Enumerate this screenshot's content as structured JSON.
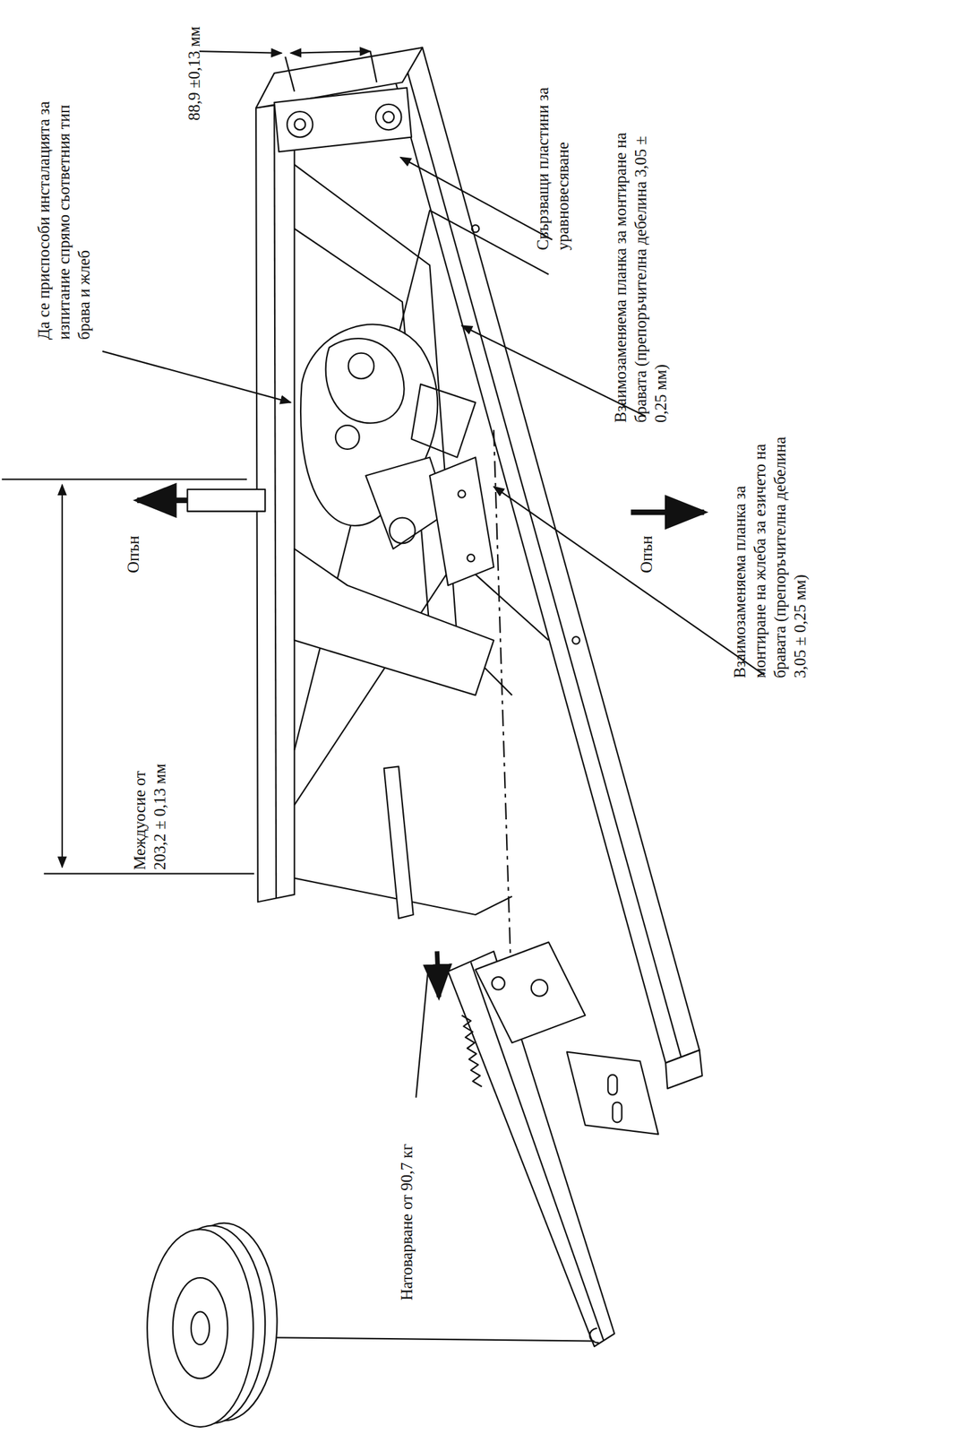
{
  "diagram": {
    "labels": [
      "Да се приспособи инсталацията за изпитание спрямо съответния тип брава и жлеб",
      "88,9 ±0,13 мм",
      "Свързващи пластини за уравновесяване",
      "Взаимозаменяема планка за монтиране на бравата (препоръчителна дебелина 3,05 ± 0,25 мм)",
      "Опън",
      "Опън",
      "Взаимозаменяема планка за монтиране на жлеба за езичето на бравата (препоръчителна дебелина 3,05 ± 0,25 мм)",
      "Междуосие от 203,2 ± 0,13 мм",
      "Натоварване от 90,7 кг"
    ]
  }
}
